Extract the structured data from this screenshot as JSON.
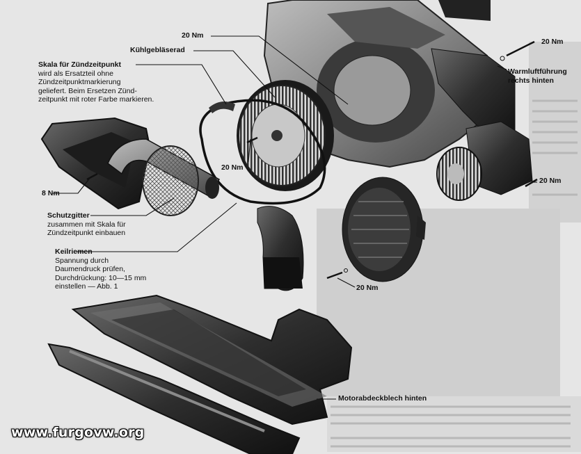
{
  "labels": {
    "torque_top": "20 Nm",
    "fan_wheel": "Kühlgebläserad",
    "timing_scale": {
      "title": "Skala für Zündzeitpunkt",
      "lines": [
        "wird als Ersatzteil ohne",
        "Zündzeitpunktmarkierung",
        "geliefert. Beim Ersetzen Zünd-",
        "zeitpunkt mit roter Farbe markieren."
      ]
    },
    "torque_right_top": "20 Nm",
    "warm_air": {
      "line1": "Warmluftführung",
      "line2": "rechts hinten"
    },
    "torque_center": "20 Nm",
    "torque_right_mid": "20 Nm",
    "torque_left": "8 Nm",
    "guard": {
      "title": "Schutzgitter",
      "lines": [
        "zusammen mit Skala für",
        "Zündzeitpunkt einbauen"
      ]
    },
    "vbelt": {
      "title": "Keilriemen",
      "lines": [
        "Spannung durch",
        "Daumendruck prüfen,",
        "Durchdrückung: 10—15 mm",
        "einstellen — Abb. 1"
      ]
    },
    "torque_bottom": "20 Nm",
    "engine_cover": "Motorabdeckblech hinten"
  },
  "watermark": "www.furgovw.org"
}
